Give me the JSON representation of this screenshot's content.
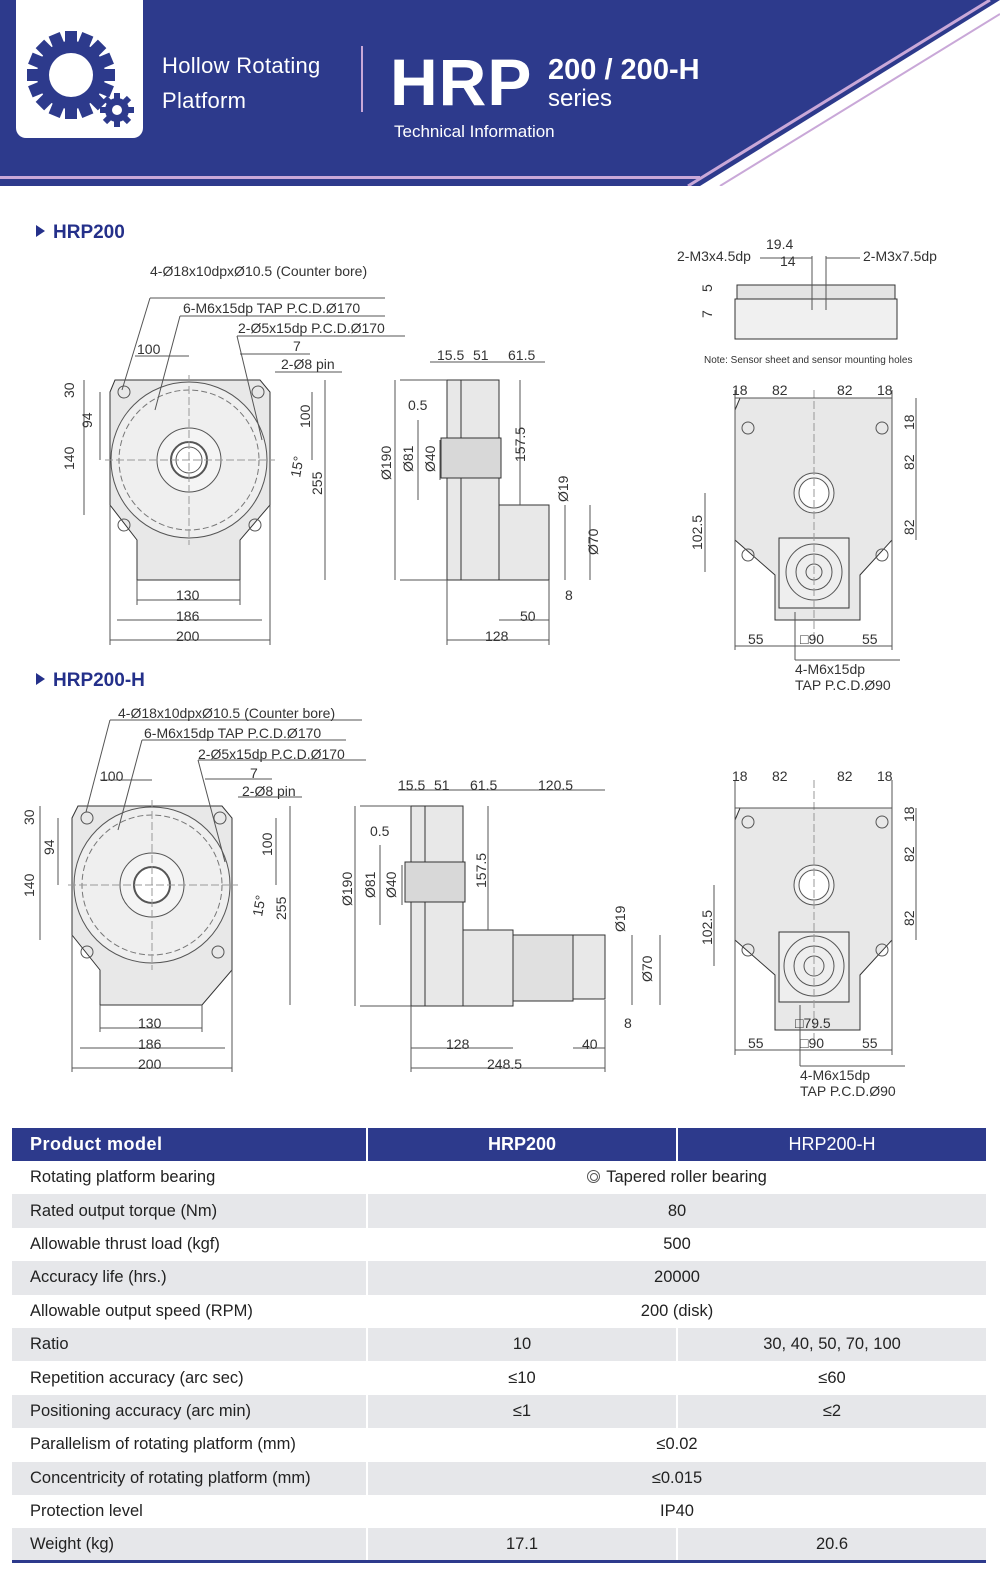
{
  "header": {
    "subtitle_line1": "Hollow Rotating",
    "subtitle_line2": "Platform",
    "brand": "HRP",
    "model": "200 / 200-H",
    "series": "series",
    "tech_info": "Technical Information",
    "colors": {
      "banner": "#2d3a8c",
      "accent_stripe": "#c9a8d8",
      "logo_gear": "#2d3a8c"
    }
  },
  "sections": {
    "hrp200": {
      "title": "HRP200"
    },
    "hrp200h": {
      "title": "HRP200-H"
    }
  },
  "drawing_hrp200": {
    "front": {
      "callouts": [
        "4-Ø18x10dpxØ10.5 (Counter bore)",
        "6-M6x15dp TAP P.C.D.Ø170",
        "2-Ø5x15dp P.C.D.Ø170",
        "7",
        "2-Ø8 pin"
      ],
      "dims": {
        "d100": "100",
        "d30": "30",
        "d94": "94",
        "d140": "140",
        "d100v": "100",
        "d15": "15°",
        "d255": "255",
        "d130": "130",
        "d186": "186",
        "d200": "200"
      }
    },
    "side": {
      "dims": {
        "d155": "15.5",
        "d51": "51",
        "d615": "61.5",
        "d05": "0.5",
        "d190": "Ø190",
        "d81": "Ø81",
        "d40": "Ø40",
        "d1575": "157.5",
        "d19": "Ø19",
        "d70": "Ø70",
        "d8": "8",
        "d50": "50",
        "d128": "128"
      }
    },
    "top_detail": {
      "left": "2-M3x4.5dp",
      "d194": "19.4",
      "d14": "14",
      "right": "2-M3x7.5dp",
      "d5": "5",
      "d7": "7",
      "note": "Note: Sensor sheet and sensor mounting holes"
    },
    "bottom": {
      "dims": {
        "d18a": "18",
        "d82a": "82",
        "d82b": "82",
        "d18b": "18",
        "r18": "18",
        "r82a": "82",
        "r82b": "82",
        "d1025": "102.5",
        "d55a": "55",
        "sq90": "□90",
        "d55b": "55"
      },
      "callout_l1": "4-M6x15dp",
      "callout_l2": "TAP P.C.D.Ø90"
    }
  },
  "drawing_hrp200h": {
    "front": {
      "callouts": [
        "4-Ø18x10dpxØ10.5 (Counter bore)",
        "6-M6x15dp TAP P.C.D.Ø170",
        "2-Ø5x15dp P.C.D.Ø170",
        "7",
        "2-Ø8 pin"
      ],
      "dims": {
        "d100": "100",
        "d30": "30",
        "d94": "94",
        "d140": "140",
        "d100v": "100",
        "d15": "15°",
        "d255": "255",
        "d130": "130",
        "d186": "186",
        "d200": "200"
      }
    },
    "side": {
      "dims": {
        "d155": "15.5",
        "d51": "51",
        "d615": "61.5",
        "d1205": "120.5",
        "d05": "0.5",
        "d190": "Ø190",
        "d81": "Ø81",
        "d40": "Ø40",
        "d1575": "157.5",
        "d19": "Ø19",
        "d70": "Ø70",
        "d8": "8",
        "d40b": "40",
        "d128": "128",
        "d2485": "248.5"
      }
    },
    "bottom": {
      "dims": {
        "d18a": "18",
        "d82a": "82",
        "d82b": "82",
        "d18b": "18",
        "r18": "18",
        "r82a": "82",
        "r82b": "82",
        "d1025": "102.5",
        "sq795": "□79.5",
        "d55a": "55",
        "sq90": "□90",
        "d55b": "55"
      },
      "callout_l1": "4-M6x15dp",
      "callout_l2": "TAP P.C.D.Ø90"
    }
  },
  "spec_table": {
    "headers": [
      "Product model",
      "HRP200",
      "HRP200-H"
    ],
    "rows": [
      {
        "label": "Rotating platform bearing",
        "merged": "Tapered roller bearing"
      },
      {
        "label": "Rated output torque (Nm)",
        "merged": "80"
      },
      {
        "label": "Allowable thrust load (kgf)",
        "merged": "500"
      },
      {
        "label": "Accuracy life (hrs.)",
        "merged": "20000"
      },
      {
        "label": "Allowable output speed (RPM)",
        "merged": "200 (disk)"
      },
      {
        "label": "Ratio",
        "a": "10",
        "b": "30, 40, 50, 70, 100"
      },
      {
        "label": "Repetition accuracy (arc sec)",
        "a": "≤10",
        "b": "≤60"
      },
      {
        "label": "Positioning accuracy (arc min)",
        "a": "≤1",
        "b": "≤2"
      },
      {
        "label": "Parallelism of rotating platform (mm)",
        "merged": "≤0.02"
      },
      {
        "label": "Concentricity of rotating platform (mm)",
        "merged": "≤0.015"
      },
      {
        "label": "Protection level",
        "merged": "IP40"
      },
      {
        "label": "Weight (kg)",
        "a": "17.1",
        "b": "20.6"
      }
    ]
  }
}
